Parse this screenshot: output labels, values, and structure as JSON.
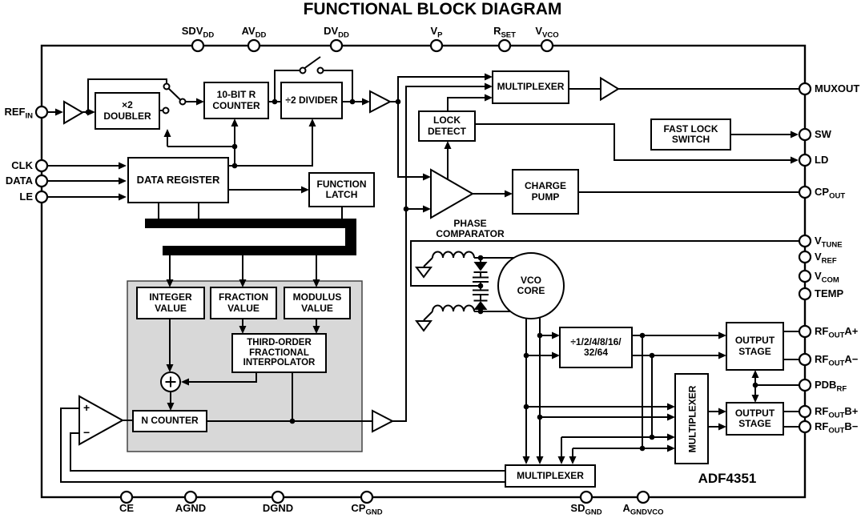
{
  "title": "FUNCTIONAL BLOCK DIAGRAM",
  "part_number": "ADF4351",
  "blocks": {
    "doubler": "×2 DOUBLER",
    "r_counter": "10-BIT R COUNTER",
    "ref_div2": "÷2 DIVIDER",
    "data_register": "DATA REGISTER",
    "function_latch": "FUNCTION LATCH",
    "mux_top": "MULTIPLEXER",
    "lock_detect": "LOCK DETECT",
    "fast_lock_switch": "FAST LOCK SWITCH",
    "charge_pump": "CHARGE PUMP",
    "phase_comparator": "PHASE COMPARATOR",
    "integer_value": "INTEGER VALUE",
    "fraction_value": "FRACTION VALUE",
    "modulus_value": "MODULUS VALUE",
    "interpolator": "THIRD-ORDER FRACTIONAL INTERPOLATOR",
    "n_counter": "N COUNTER",
    "vco_core": "VCO CORE",
    "rf_divider": "÷1/2/4/8/16/ 32/64",
    "output_stage_a": "OUTPUT STAGE",
    "output_stage_b": "OUTPUT STAGE",
    "mux_rf": "MULTIPLEXER",
    "mux_feedback": "MULTIPLEXER",
    "amp_plus": "+",
    "amp_minus": "−"
  },
  "pins": {
    "top": [
      {
        "pre": "SDV",
        "sub": "DD",
        "post": ""
      },
      {
        "pre": "AV",
        "sub": "DD",
        "post": ""
      },
      {
        "pre": "DV",
        "sub": "DD",
        "post": ""
      },
      {
        "pre": "V",
        "sub": "P",
        "post": ""
      },
      {
        "pre": "R",
        "sub": "SET",
        "post": ""
      },
      {
        "pre": "V",
        "sub": "VCO",
        "post": ""
      }
    ],
    "left": [
      {
        "pre": "REF",
        "sub": "IN",
        "post": ""
      },
      {
        "pre": "CLK",
        "sub": "",
        "post": ""
      },
      {
        "pre": "DATA",
        "sub": "",
        "post": ""
      },
      {
        "pre": "LE",
        "sub": "",
        "post": ""
      }
    ],
    "right": [
      {
        "pre": "MUXOUT",
        "sub": "",
        "post": ""
      },
      {
        "pre": "SW",
        "sub": "",
        "post": ""
      },
      {
        "pre": "LD",
        "sub": "",
        "post": ""
      },
      {
        "pre": "CP",
        "sub": "OUT",
        "post": ""
      },
      {
        "pre": "V",
        "sub": "TUNE",
        "post": ""
      },
      {
        "pre": "V",
        "sub": "REF",
        "post": ""
      },
      {
        "pre": "V",
        "sub": "COM",
        "post": ""
      },
      {
        "pre": "TEMP",
        "sub": "",
        "post": ""
      },
      {
        "pre": "RF",
        "sub": "OUT",
        "post": "A+"
      },
      {
        "pre": "RF",
        "sub": "OUT",
        "post": "A−"
      },
      {
        "pre": "PDB",
        "sub": "RF",
        "post": ""
      },
      {
        "pre": "RF",
        "sub": "OUT",
        "post": "B+"
      },
      {
        "pre": "RF",
        "sub": "OUT",
        "post": "B−"
      }
    ],
    "bottom": [
      {
        "pre": "CE",
        "sub": "",
        "post": ""
      },
      {
        "pre": "AGND",
        "sub": "",
        "post": ""
      },
      {
        "pre": "DGND",
        "sub": "",
        "post": ""
      },
      {
        "pre": "CP",
        "sub": "GND",
        "post": ""
      },
      {
        "pre": "SD",
        "sub": "GND",
        "post": ""
      },
      {
        "pre": "A",
        "sub": "GNDVCO",
        "post": ""
      }
    ]
  },
  "colors": {
    "line": "#000000",
    "shade": "#d8d8d8",
    "background": "#ffffff"
  }
}
